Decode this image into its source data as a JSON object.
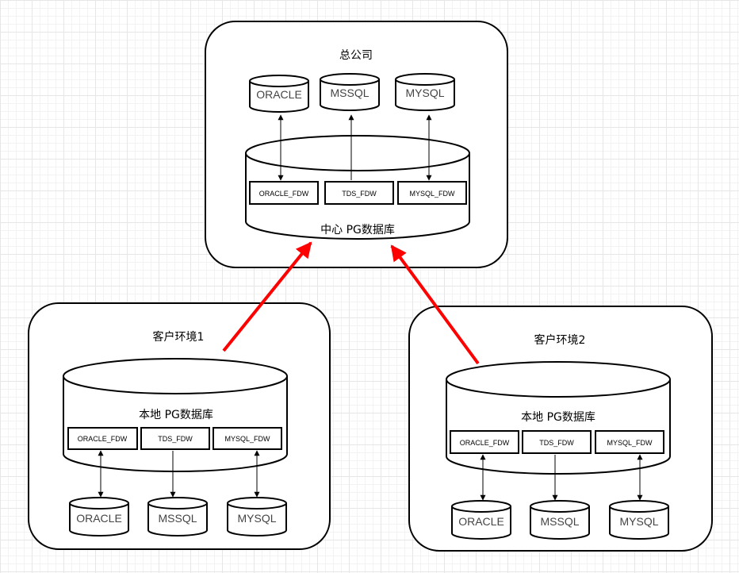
{
  "hq": {
    "title": "总公司",
    "pg_label": "中心 PG数据库",
    "fdws": [
      "ORACLE_FDW",
      "TDS_FDW",
      "MYSQL_FDW"
    ],
    "dbs": [
      "ORACLE",
      "MSSQL",
      "MYSQL"
    ]
  },
  "client1": {
    "title": "客户环境1",
    "pg_label": "本地 PG数据库",
    "fdws": [
      "ORACLE_FDW",
      "TDS_FDW",
      "MYSQL_FDW"
    ],
    "dbs": [
      "ORACLE",
      "MSSQL",
      "MYSQL"
    ]
  },
  "client2": {
    "title": "客户环境2",
    "pg_label": "本地 PG数据库",
    "fdws": [
      "ORACLE_FDW",
      "TDS_FDW",
      "MYSQL_FDW"
    ],
    "dbs": [
      "ORACLE",
      "MSSQL",
      "MYSQL"
    ]
  },
  "colors": {
    "sync_arrow": "#ff0000",
    "stroke": "#000000"
  }
}
